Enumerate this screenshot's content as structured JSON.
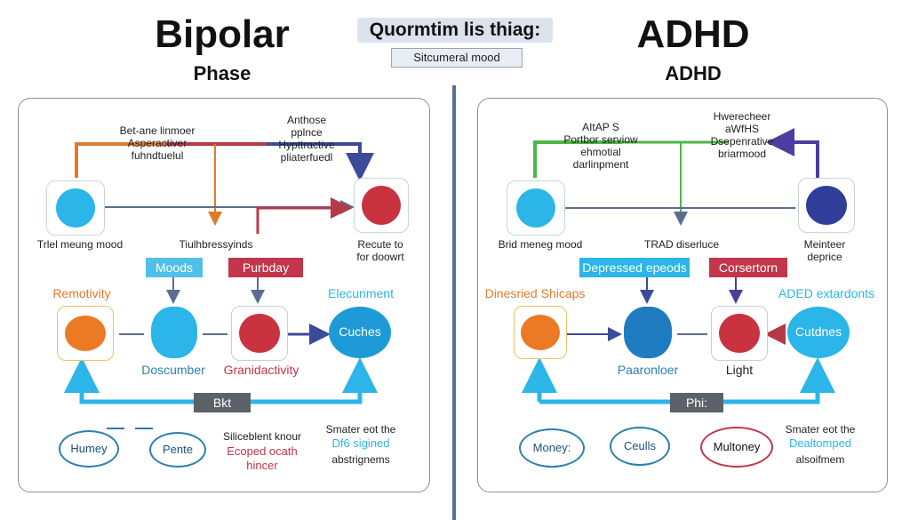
{
  "header": {
    "left_title": "Bipolar",
    "left_subtitle": "Phase",
    "center_title": "Quormtim  lis thiag:",
    "center_sub": "Sitcumeral mood",
    "right_title": "ADHD",
    "right_subtitle": "ADHD"
  },
  "bipolar": {
    "top_text_1": "Bet-ane linmoer\nAsperactiver\nfuhndtuelul",
    "top_text_2": "Anthose\npplnce\nHypttractive\npliaterfuedl",
    "left_icon_label": "Trlel meung mood",
    "mid_label": "Tiulhbressyinds",
    "right_icon_label": "Recute to\nfor doowrt",
    "box_moods": "Moods",
    "box_purbday": "Purbday",
    "remotivity": "Remotivity",
    "elecunment": "Elecunment",
    "docsumber": "Doscumber",
    "granidactivity": "Granidactivity",
    "cuches": "Cuches",
    "bar_label": "Bkt",
    "oval_1": "Humey",
    "oval_2": "Pente",
    "bottom_mid": "Siliceblent knour",
    "bottom_mid_red": "Ecoped ocath\nhincer",
    "bottom_right": "Smater eot the",
    "bottom_right_blue": "Df6 sigined",
    "bottom_right_end": "abstrignems"
  },
  "adhd": {
    "top_text_1": "AItAP S\nPortbor serviow\nehmotial\ndarlinpment",
    "top_text_2": "Hwerecheer\naWfHS\nDsepenrative\nbriarmood",
    "left_icon_label": "Brid meneg mood",
    "mid_label": "TRAD diserluce",
    "right_icon_label": "Meinteer\ndeprice",
    "box_depressed": "Depressed epeods",
    "box_corsertorn": "Corsertorn",
    "dinesried": "Dinesried Shicaps",
    "aded": "ADED extardonts",
    "paaronloer": "Paaronloer",
    "light": "Light",
    "cutdnes": "Cutdnes",
    "bar_label": "Phi:",
    "oval_1": "Money:",
    "oval_2": "Ceulls",
    "oval_3": "Multoney",
    "bottom_right": "Smater eot the",
    "bottom_right_blue": "Dealtomped",
    "bottom_right_end": "alsoifmem"
  }
}
